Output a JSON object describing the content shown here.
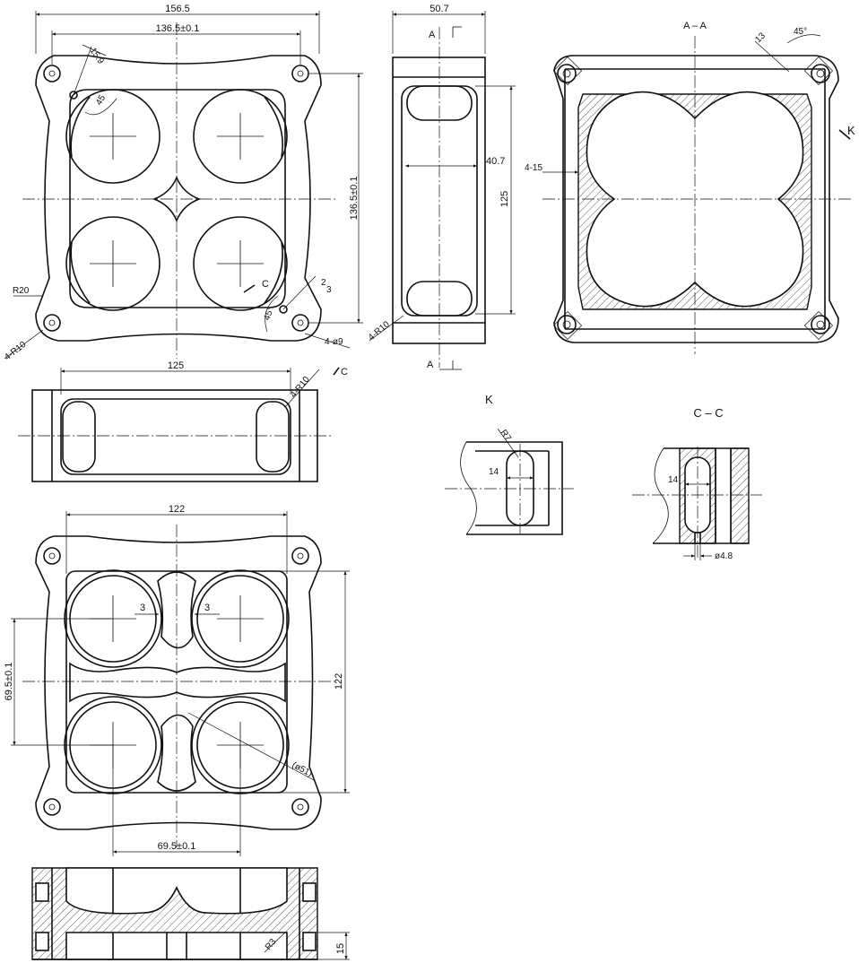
{
  "view_labels": {
    "section_aa": "A – A",
    "view_k": "K",
    "section_cc": "C – C",
    "cut_a": "A",
    "cut_c": "C",
    "arrow_k": "K"
  },
  "top_view": {
    "overall_width": "156.5",
    "bolt_spacing_x": "136.5±0.1",
    "bolt_spacing_y": "136.5±0.1",
    "slot_width": "15.9",
    "angle_top": "45",
    "angle_bottom": "45°",
    "corner_radius": "R20",
    "edge_radius": "4-R10",
    "bolt_holes": "4-ø9",
    "small_dim_2": "2",
    "small_dim_3": "3"
  },
  "side_view": {
    "width": "50.7",
    "inner_depth": "40.7",
    "height": "125",
    "edge_radius": "4-R10"
  },
  "section_aa_dims": {
    "slot_dim": "4-15",
    "chamfer": "13",
    "angle": "45°"
  },
  "front_view": {
    "length": "125",
    "edge_radius": "4-R10"
  },
  "view_k_dims": {
    "radius": "R7",
    "slot_width": "14"
  },
  "section_cc_dims": {
    "slot_width": "14",
    "hole_dia": "ø4.8"
  },
  "bottom_view": {
    "width": "122",
    "height": "122",
    "gap_left": "3",
    "gap_right": "3",
    "bore_spacing_y": "69.5±0.1",
    "bore_spacing_x": "69.5±0.1",
    "bore_dia": "(ø51)"
  },
  "bottom_section": {
    "thickness": "15",
    "radius": "R3"
  }
}
